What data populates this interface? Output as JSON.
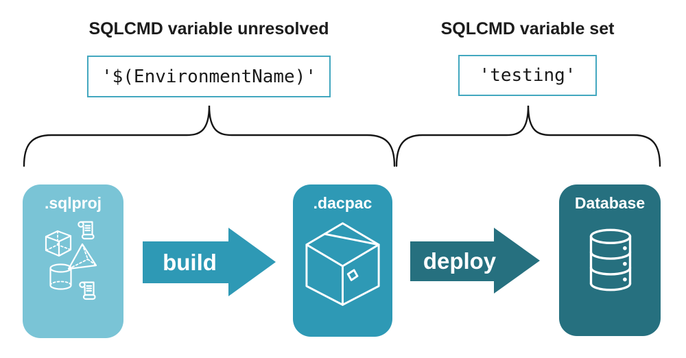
{
  "colors": {
    "canvas_bg": "#ffffff",
    "heading_text": "#1c1c1c",
    "code_text": "#1a1a1a",
    "code_box_border": "#42a7bf",
    "code_box_bg": "#ffffff",
    "brace": "#161616",
    "sqlproj_fill": "#7ac4d6",
    "dacpac_fill": "#2e99b5",
    "database_fill": "#26707f",
    "build_arrow_fill": "#2e99b5",
    "deploy_arrow_fill": "#26707f",
    "card_label_text": "#ffffff",
    "icon_stroke": "#ffffff"
  },
  "annotations": {
    "left": {
      "heading": "SQLCMD variable unresolved",
      "code_value": "'$(EnvironmentName)'"
    },
    "right": {
      "heading": "SQLCMD variable set",
      "code_value": "'testing'"
    }
  },
  "pipeline": {
    "source_label": ".sqlproj",
    "build_label": "build",
    "artifact_label": ".dacpac",
    "deploy_label": "deploy",
    "target_label": "Database"
  }
}
